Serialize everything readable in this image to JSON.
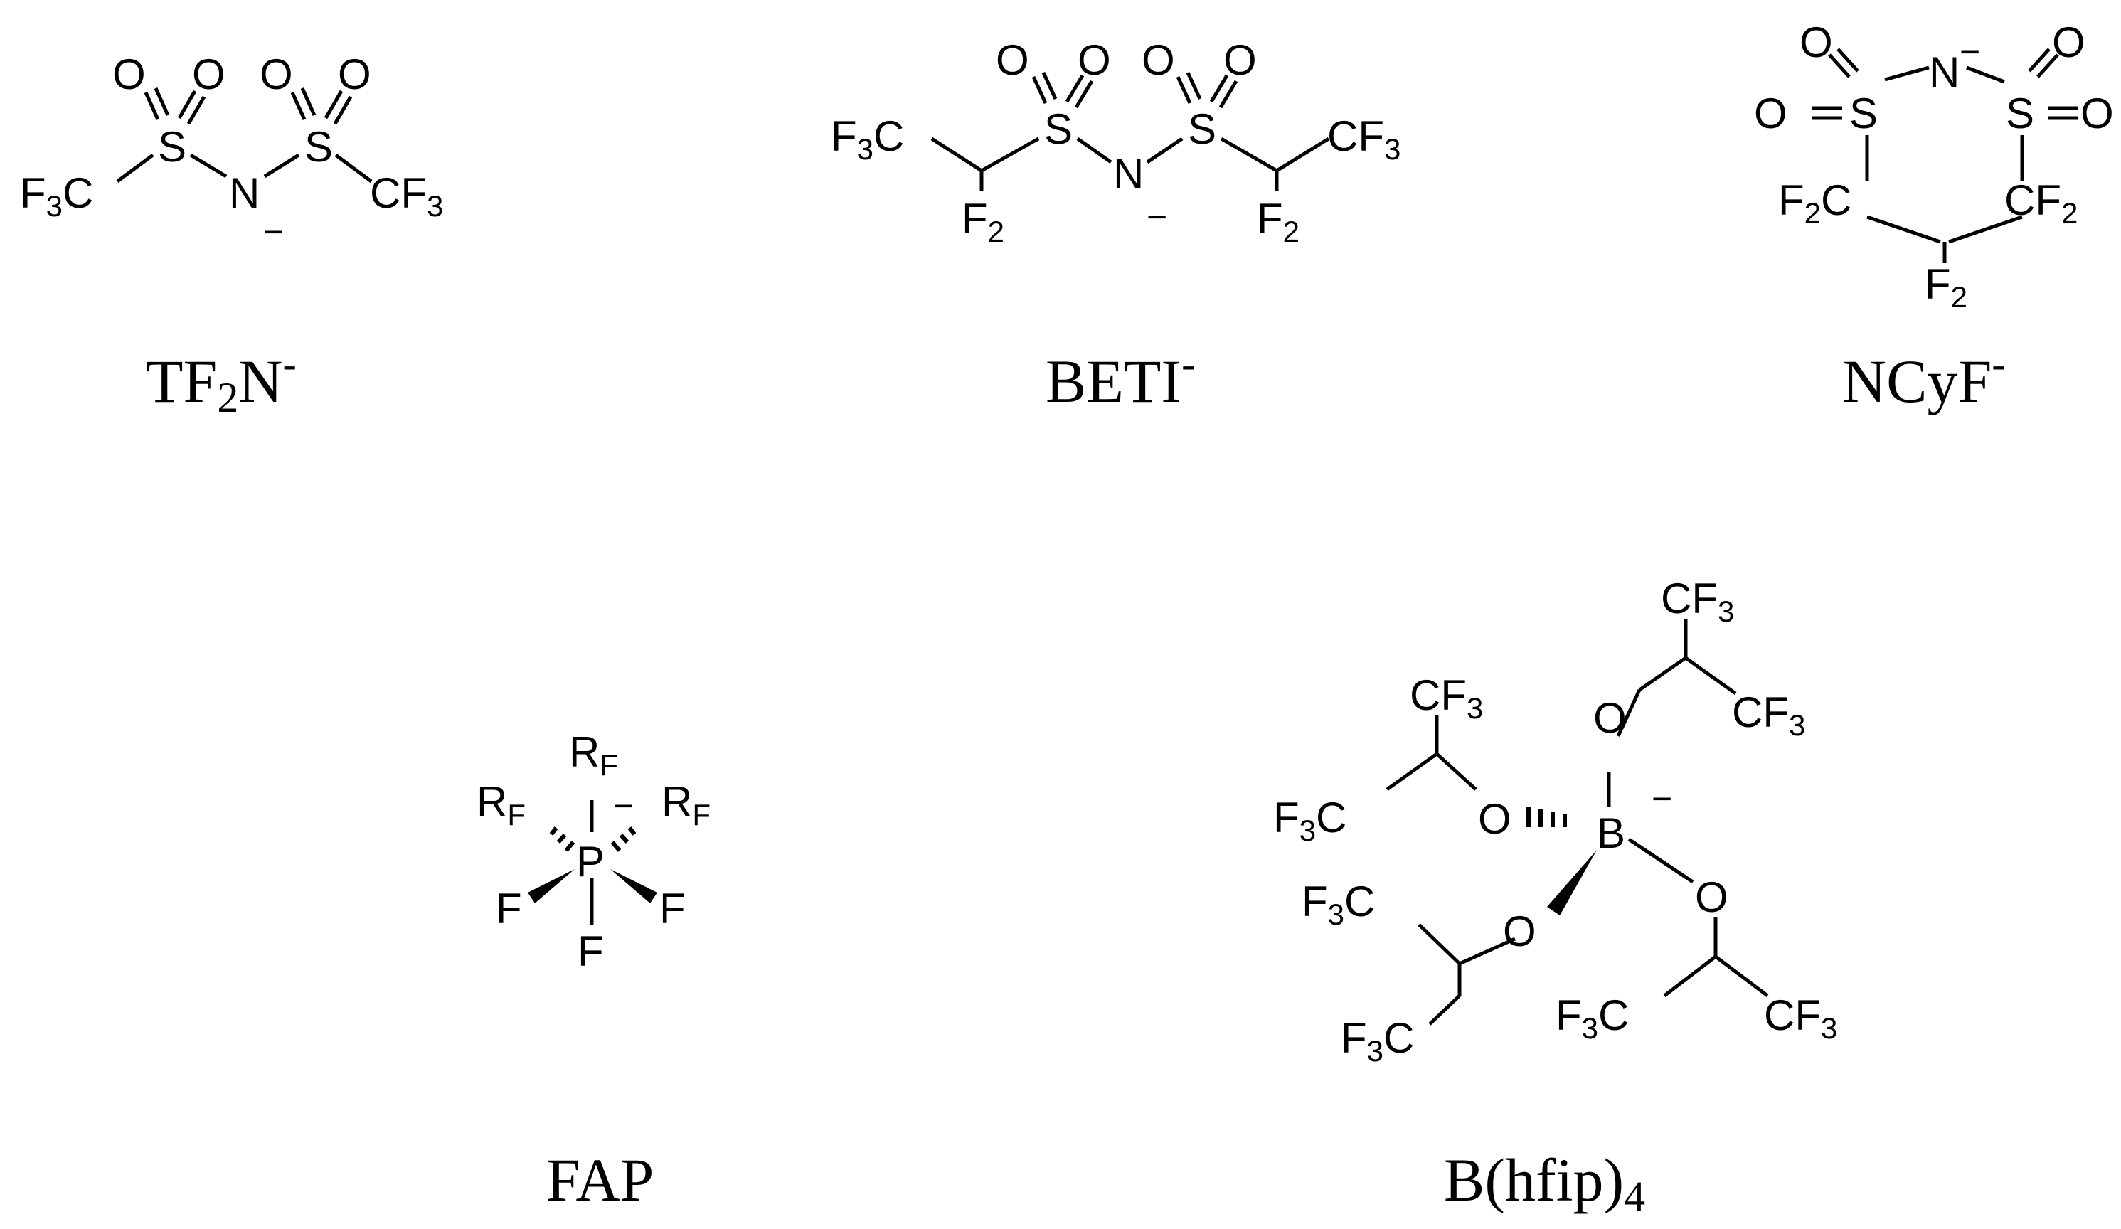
{
  "molecules": [
    {
      "id": "tf2n",
      "name": {
        "base": "TF",
        "sub": "2",
        "base2": "N",
        "sup": "-"
      }
    },
    {
      "id": "beti",
      "name": {
        "base": "BETI",
        "sup": "-"
      }
    },
    {
      "id": "ncyf",
      "name": {
        "base": "NCyF",
        "sup": "-"
      }
    },
    {
      "id": "fap",
      "name": {
        "base": "FAP"
      }
    },
    {
      "id": "bhfip",
      "name": {
        "base": "B(hfip)",
        "sub": "4"
      }
    }
  ],
  "atoms": {
    "O": "O",
    "S": "S",
    "N": "N",
    "B": "B",
    "P": "P",
    "F": "F",
    "C": "C",
    "R": "R",
    "Fsub": "F",
    "two": "2",
    "three": "3",
    "minus": "−"
  }
}
